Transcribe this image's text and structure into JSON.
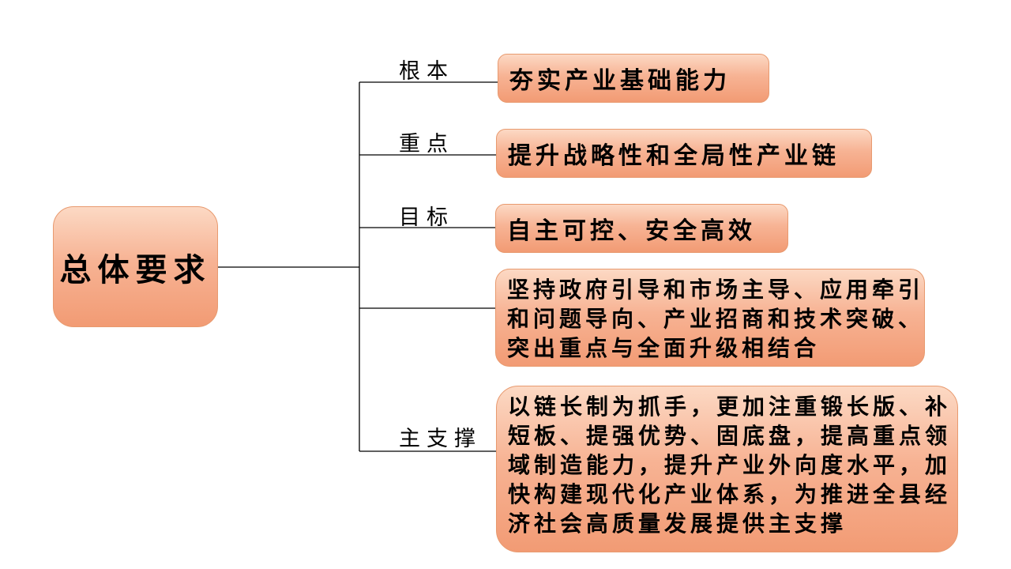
{
  "root": {
    "label": "总体要求"
  },
  "branches": [
    {
      "label": "根本",
      "text": "夯实产业基础能力"
    },
    {
      "label": "重点",
      "text": "提升战略性和全局性产业链"
    },
    {
      "label": "目标",
      "text": "自主可控、安全高效"
    },
    {
      "label": "",
      "lines": [
        "坚持政府引导和市场主导、应用牵引",
        "和问题导向、产业招商和技术突破、",
        "突出重点与全面升级相结合"
      ]
    },
    {
      "label": "主支撑",
      "lines": [
        "以链长制为抓手，更加注重锻长版、补",
        "短板、提强优势、固底盘，提高重点领",
        "域制造能力，提升产业外向度水平，加",
        "快构建现代化产业体系，为推进全县经",
        "济社会高质量发展提供主支撑"
      ]
    }
  ],
  "colors": {
    "box_top": "#fcd9c4",
    "box_bottom": "#f29b74",
    "box_border": "#e89a6f",
    "line": "#000000"
  }
}
